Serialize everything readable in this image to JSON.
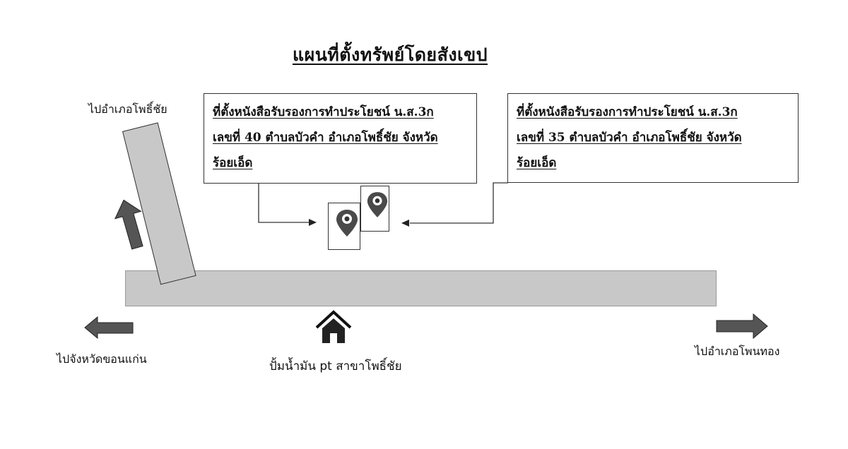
{
  "map": {
    "title": "แผนที่ตั้งทรัพย์โดยสังเขป",
    "plots": [
      {
        "lines": [
          "ที่ตั้งหนังสือรับรองการทำประโยชน์ น.ส.3ก",
          "เลขที่ 40 ตำบลบัวคำ อำเภอโพธิ์ชัย จังหวัด",
          "ร้อยเอ็ด"
        ]
      },
      {
        "lines": [
          "ที่ตั้งหนังสือรับรองการทำประโยชน์  น.ส.3ก",
          "เลขที่ 35 ตำบลบัวคำ อำเภอโพธิ์ชัย จังหวัด",
          "ร้อยเอ็ด"
        ]
      }
    ],
    "directions": {
      "north": "ไปอำเภอโพธิ์ชัย",
      "west": "ไปจังหวัดขอนแก่น",
      "east": "ไปอำเภอโพนทอง"
    },
    "landmark": {
      "label": "ปั้มน้ำมัน pt สาขาโพธิ์ชัย",
      "icon": "house-icon"
    },
    "icons": {
      "pin": "map-pin-icon",
      "arrow_west": "arrow-left-icon",
      "arrow_east": "arrow-right-icon",
      "arrow_north": "arrow-up-icon"
    },
    "colors": {
      "road": "#c8c8c8",
      "arrow": "#555555",
      "pin": "#4a4a4a",
      "border": "#333333"
    }
  }
}
